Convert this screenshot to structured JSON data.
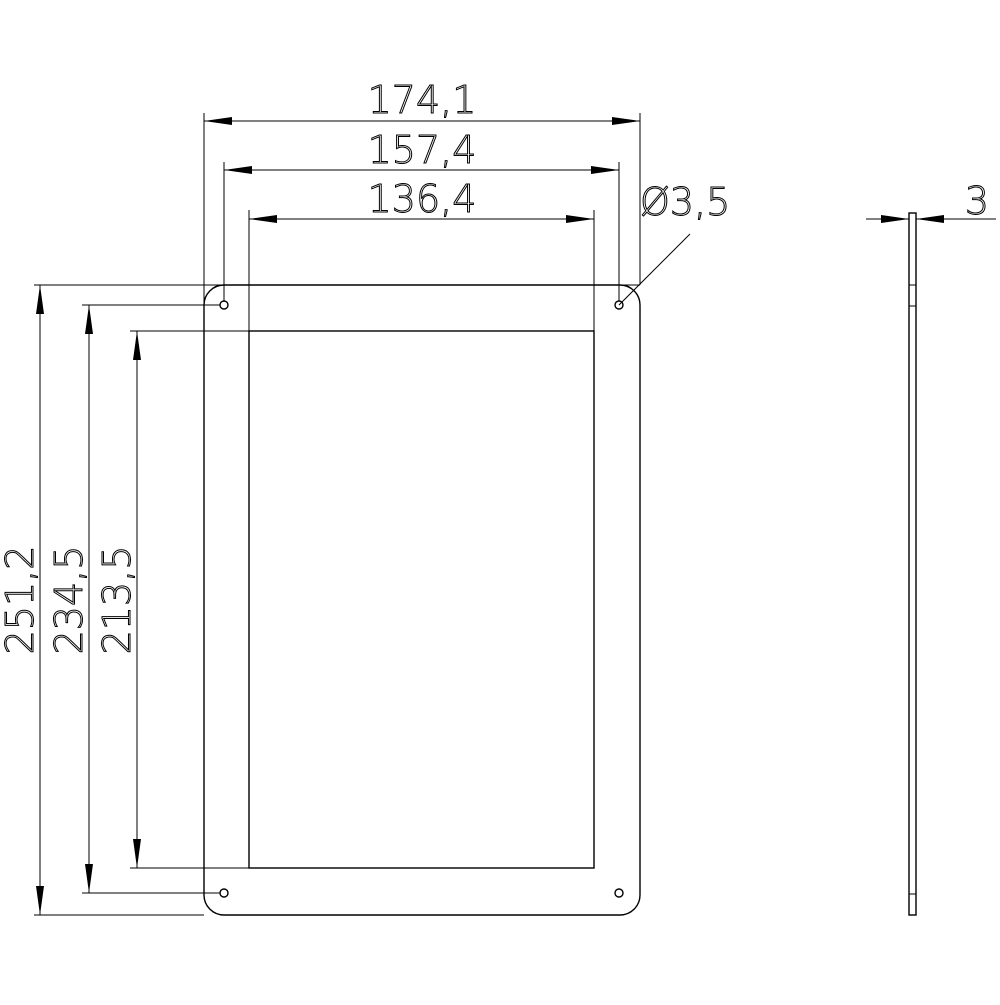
{
  "drawing": {
    "type": "panel-cutout-dimension-drawing",
    "front_view": {
      "dimensions": {
        "overall_width": "174,1",
        "hole_pitch_width": "157,4",
        "cutout_width": "136,4",
        "overall_height": "251,2",
        "hole_pitch_height": "234,5",
        "cutout_height": "213,5",
        "hole_diameter": "Ø3,5"
      },
      "holes": 4,
      "corner_style": "rounded"
    },
    "side_view": {
      "dimensions": {
        "thickness": "3"
      }
    },
    "colors": {
      "line": "#000000",
      "background": "#ffffff"
    }
  }
}
